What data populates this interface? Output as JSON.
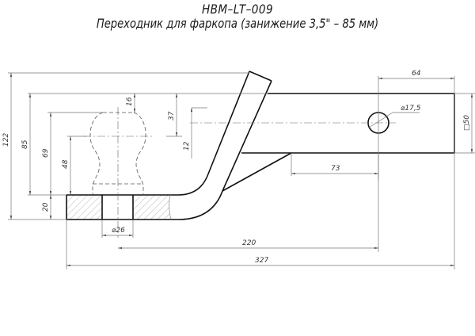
{
  "title": {
    "code": "НВМ–LT–009",
    "description": "Переходник для фаркопа  (занижение 3,5\" – 85 мм)"
  },
  "dimensions": {
    "overall_height": "122",
    "ball_top_height": "85",
    "ball_center_height": "69",
    "ball_neck_height": "48",
    "plate_thickness": "20",
    "ball_top_gap": "16",
    "tube_offset": "37",
    "hole_offset": "12",
    "hole_from_end": "64",
    "hole_diameter": "⌀17,5",
    "tube_square": "□50",
    "gusset_length": "73",
    "ball_hole_diameter": "⌀26",
    "hole_to_hole": "220",
    "overall_length": "327"
  },
  "colors": {
    "line": "#111111",
    "dim_line": "#777777",
    "hatch": "#999999"
  }
}
